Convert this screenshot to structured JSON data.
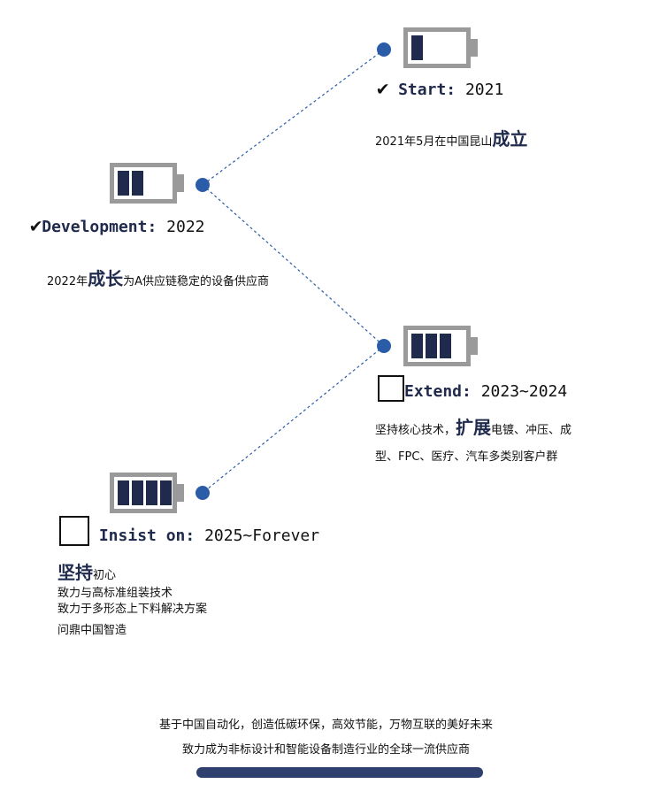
{
  "milestones": [
    {
      "label": "Start:",
      "year": "2021",
      "description": {
        "prefix": "2021年5月在中国昆山",
        "highlight": "成立"
      },
      "marker": "check",
      "battery_level": 1
    },
    {
      "label": "Development:",
      "year": "2022",
      "description": {
        "prefix": "2022年",
        "highlight": "成长",
        "suffix": "为A供应链稳定的设备供应商"
      },
      "marker": "check",
      "battery_level": 2
    },
    {
      "label": "Extend:",
      "year": "2023~2024",
      "description": {
        "prefix": "坚持核心技术，",
        "highlight": "扩展",
        "suffix": "电镀、冲压、成",
        "line2": "型、FPC、医疗、汽车多类别客户群"
      },
      "marker": "empty-box",
      "battery_level": 3
    },
    {
      "label": "Insist on:",
      "year": "2025~Forever",
      "description": {
        "highlight": "坚持",
        "suffix": "初心",
        "line2": "致力与高标准组装技术",
        "line3": "致力于多形态上下料解决方案",
        "line4": "问鼎中国智造"
      },
      "marker": "empty-box",
      "battery_level": 4
    }
  ],
  "check_glyph": "✔",
  "footer": {
    "line1": "基于中国自动化，创造低碳环保，高效节能，万物互联的美好未来",
    "line2": "致力成为非标设计和智能设备制造行业的全球一流供应商"
  },
  "colors": {
    "dot": "#2a5ca8",
    "cell": "#1f2a4d",
    "battery_frame": "#9a9a9a",
    "footer_bar": "#2f3f6e"
  }
}
